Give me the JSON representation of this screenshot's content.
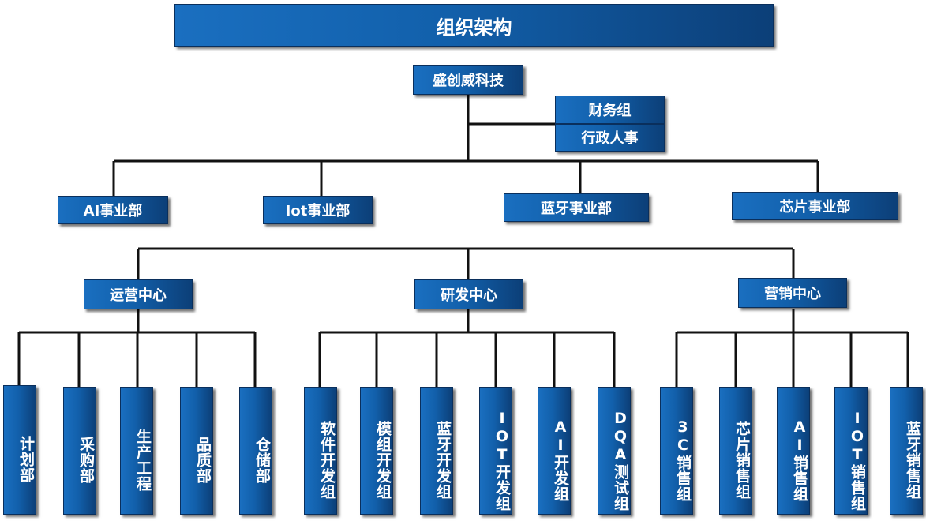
{
  "title": "组织架构",
  "company": "盛创威科技",
  "support_groups": [
    "财务组",
    "行政人事"
  ],
  "divisions": [
    "AI事业部",
    "Iot事业部",
    "蓝牙事业部",
    "芯片事业部"
  ],
  "centers": [
    {
      "name": "运营中心",
      "teams": [
        "计划部",
        "采购部",
        "生产工程",
        "品质部",
        "仓储部"
      ]
    },
    {
      "name": "研发中心",
      "teams": [
        "软件开发组",
        "模组开发组",
        "蓝牙开发组",
        "IOT开发组",
        "AI开发组",
        "DQA测试组"
      ]
    },
    {
      "name": "营销中心",
      "teams": [
        "3C销售组",
        "芯片销售组",
        "AI销售组",
        "IOT销售组",
        "蓝牙销售组"
      ]
    }
  ]
}
